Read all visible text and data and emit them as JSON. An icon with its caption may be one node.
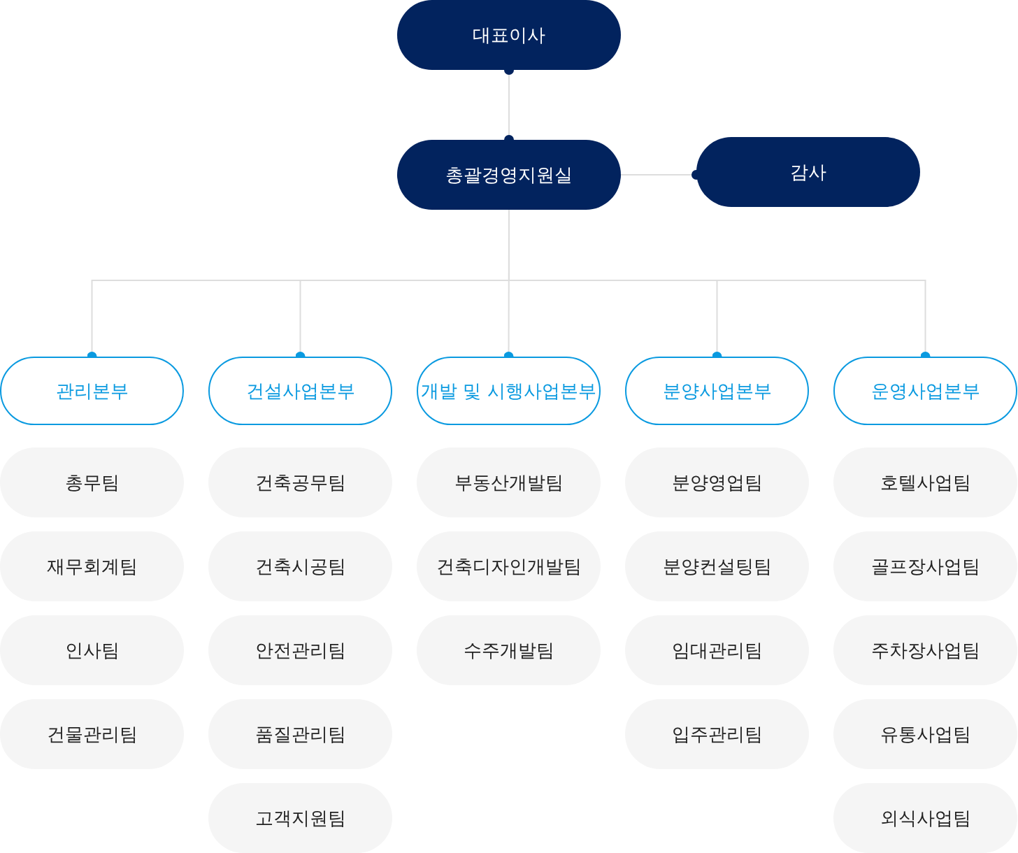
{
  "diagram": {
    "nodes": [
      {
        "text": [
          "대표이사"
        ]
      },
      {
        "text": [
          "총괄경영지원실"
        ]
      },
      {
        "text": [
          "감사"
        ]
      },
      {
        "text": [
          "관리본부"
        ]
      },
      {
        "text": [
          "건설사업본부"
        ]
      },
      {
        "text": [
          "개발 및 시행사업본부"
        ]
      },
      {
        "text": [
          "분양사업본부"
        ]
      },
      {
        "text": [
          "운영사업본부"
        ]
      },
      {
        "text": [
          "총무팀"
        ]
      },
      {
        "text": [
          "재무회계팀"
        ]
      },
      {
        "text": [
          "인사팀"
        ]
      },
      {
        "text": [
          "건물관리팀"
        ]
      },
      {
        "text": [
          "건축공무팀"
        ]
      },
      {
        "text": [
          "건축시공팀"
        ]
      },
      {
        "text": [
          "안전관리팀"
        ]
      },
      {
        "text": [
          "품질관리팀"
        ]
      },
      {
        "text": [
          "고객지원팀"
        ]
      },
      {
        "text": [
          "부동산개발팀"
        ]
      },
      {
        "text": [
          "건축디자인개발팀"
        ]
      },
      {
        "text": [
          "수주개발팀"
        ]
      },
      {
        "text": [
          "분양영업팀"
        ]
      },
      {
        "text": [
          "분양컨설팅팀"
        ]
      },
      {
        "text": [
          "임대관리팀"
        ]
      },
      {
        "text": [
          "입주관리팀"
        ]
      },
      {
        "text": [
          "호텔사업팀"
        ]
      },
      {
        "text": [
          "골프장사업팀"
        ]
      },
      {
        "text": [
          "주차장사업팀"
        ]
      },
      {
        "text": [
          "유통사업팀"
        ]
      },
      {
        "text": [
          "외식사업팀"
        ]
      }
    ],
    "edges": [
      {
        "from": 0,
        "to": 1,
        "arrow": "other"
      },
      {
        "from": 1,
        "to": 2,
        "arrow": "other"
      },
      {
        "from": 1,
        "to": 3,
        "arrow": "other"
      },
      {
        "from": 1,
        "to": 4,
        "arrow": "other"
      },
      {
        "from": 1,
        "to": 5,
        "arrow": "other"
      },
      {
        "from": 1,
        "to": 6,
        "arrow": "other"
      },
      {
        "from": 1,
        "to": 7,
        "arrow": "other"
      }
    ]
  }
}
